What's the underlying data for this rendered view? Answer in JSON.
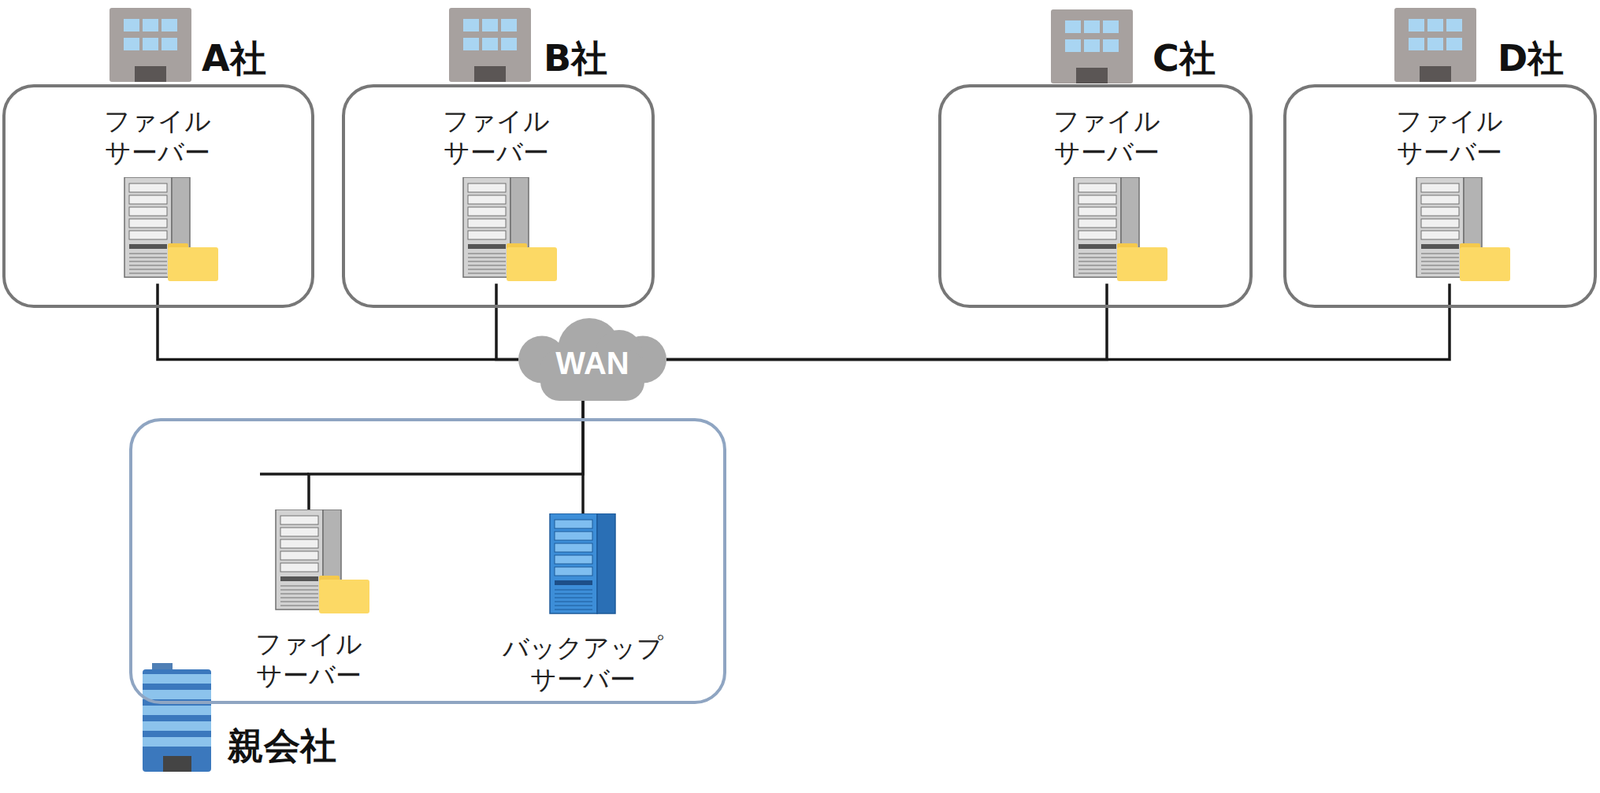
{
  "diagram": {
    "nodes": [
      {
        "text": [
          "A社"
        ]
      },
      {
        "text": [
          "ファイル サーバー"
        ],
        "in": 0
      },
      {
        "text": [
          "B社"
        ]
      },
      {
        "text": [
          "ファイル サーバー"
        ],
        "in": 2
      },
      {
        "text": [
          "C社"
        ]
      },
      {
        "text": [
          "ファイル サーバー"
        ],
        "in": 4
      },
      {
        "text": [
          "D社"
        ]
      },
      {
        "text": [
          "ファイル サーバー"
        ],
        "in": 6
      },
      {
        "text": [
          "WAN"
        ]
      },
      {
        "text": [
          "親会社"
        ]
      },
      {
        "text": [
          "ファイル サーバー"
        ],
        "in": 9
      },
      {
        "text": [
          "バックアップ サーバー"
        ],
        "in": 9
      }
    ],
    "edges": [
      {
        "from": 1,
        "to": 8,
        "arrow": "none"
      },
      {
        "from": 3,
        "to": 8,
        "arrow": "none"
      },
      {
        "from": 5,
        "to": 8,
        "arrow": "none"
      },
      {
        "from": 7,
        "to": 8,
        "arrow": "none"
      },
      {
        "from": 8,
        "to": 10,
        "arrow": "none"
      },
      {
        "from": 8,
        "to": 11,
        "arrow": "none"
      }
    ]
  }
}
